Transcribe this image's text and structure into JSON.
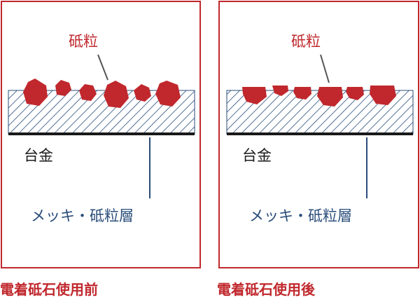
{
  "colors": {
    "red": "#c0282d",
    "blue": "#2a4d7a",
    "black": "#1a1a1a",
    "hatch": "#2a4d7a",
    "frame": "#c0282d"
  },
  "panels": [
    {
      "caption": "電着砥石使用前",
      "grain_label": "砥粒",
      "base_label": "台金",
      "layer_label": "メッキ・砥粒層"
    },
    {
      "caption": "電着砥石使用後",
      "grain_label": "砥粒",
      "base_label": "台金",
      "layer_label": "メッキ・砥粒層"
    }
  ]
}
